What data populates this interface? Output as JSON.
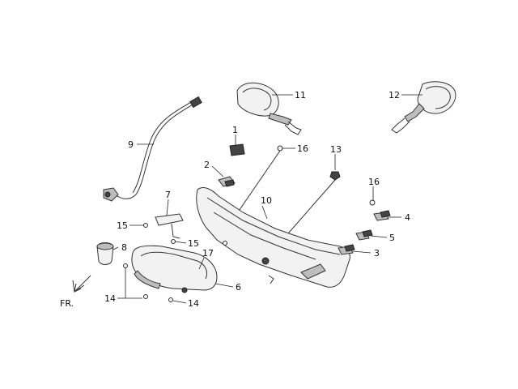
{
  "labels": {
    "p1": "1",
    "p2": "2",
    "p3": "3",
    "p4": "4",
    "p5": "5",
    "p6": "6",
    "p7": "7",
    "p8": "8",
    "p9": "9",
    "p10": "10",
    "p11": "11",
    "p12": "12",
    "p13": "13",
    "p14a": "14",
    "p14b": "14",
    "p15a": "15",
    "p15b": "15",
    "p16a": "16",
    "p16b": "16",
    "p17": "17",
    "front": "FR."
  }
}
